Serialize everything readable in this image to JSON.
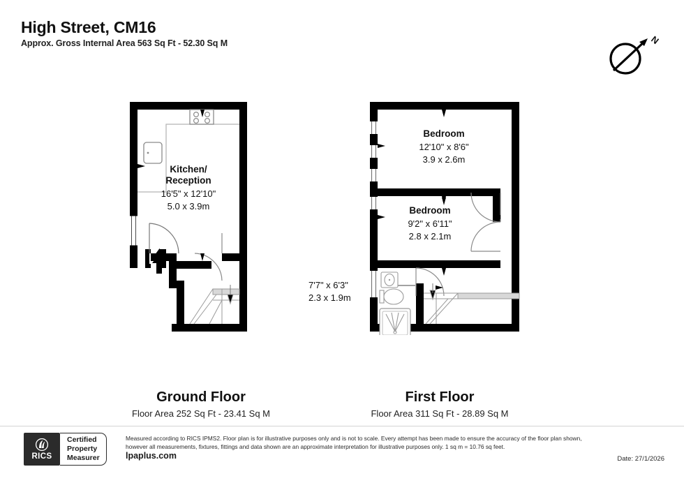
{
  "header": {
    "title": "High Street, CM16",
    "subtitle": "Approx. Gross Internal Area 563 Sq Ft - 52.30 Sq M"
  },
  "compass": {
    "label": "N",
    "name": "north-compass"
  },
  "floors": [
    {
      "id": "ground",
      "name": "Ground Floor",
      "area": "Floor Area 252 Sq Ft - 23.41 Sq M",
      "rooms": [
        {
          "name_line1": "Kitchen/",
          "name_line2": "Reception",
          "dim_imperial": "16'5\" x 12'10\"",
          "dim_metric": "5.0 x 3.9m"
        }
      ]
    },
    {
      "id": "first",
      "name": "First Floor",
      "area": "Floor Area 311 Sq Ft - 28.89 Sq M",
      "rooms": [
        {
          "name_line1": "Bedroom",
          "dim_imperial": "12'10\" x 8'6\"",
          "dim_metric": "3.9 x 2.6m"
        },
        {
          "name_line1": "Bedroom",
          "dim_imperial": "9'2\" x 6'11\"",
          "dim_metric": "2.8 x 2.1m"
        },
        {
          "name_line1": "",
          "dim_imperial": "7'7\" x 6'3\"",
          "dim_metric": "2.3 x 1.9m"
        }
      ]
    }
  ],
  "footer": {
    "rics_word": "RICS",
    "badge_line1": "Certified",
    "badge_line2": "Property",
    "badge_line3": "Measurer",
    "disclaimer_line1": "Measured according to RICS IPMS2. Floor plan is for illustrative purposes only and is not to scale. Every attempt has been made to ensure the accuracy of the floor plan shown,",
    "disclaimer_line2": "however all measurements, fixtures, fittings and data shown are an approximate interpretation for illustrative purposes only. 1 sq m = 10.76 sq feet.",
    "website": "lpaplus.com",
    "date": "Date: 27/1/2026"
  },
  "colors": {
    "wall": "#000000",
    "background": "#ffffff",
    "fixture_stroke": "#9a9a9a",
    "text": "#111111"
  }
}
